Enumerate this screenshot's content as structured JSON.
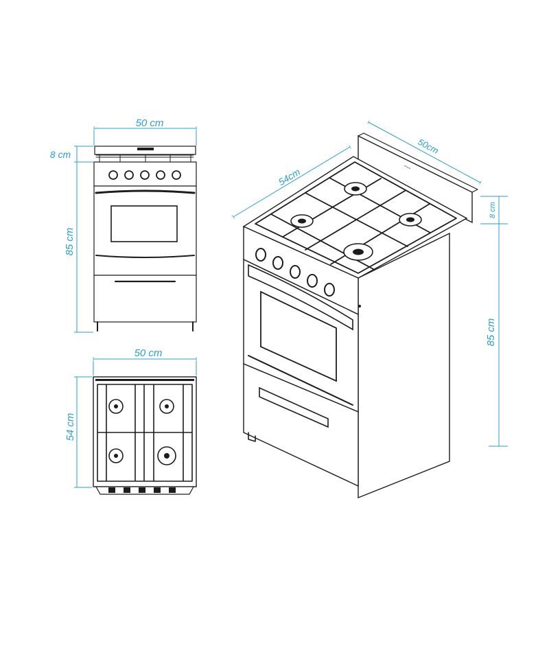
{
  "colors": {
    "dimension": "#2a9fc9",
    "ink": "#1c1c1c",
    "background": "#ffffff"
  },
  "front_view": {
    "width_label": "50 cm",
    "backsplash_label": "8 cm",
    "height_label": "85 cm"
  },
  "top_view": {
    "width_label": "50 cm",
    "depth_label": "54 cm"
  },
  "iso_view": {
    "depth_label": "54cm",
    "width_label": "50cm",
    "backsplash_label": "8 cm",
    "height_label": "85 cm"
  }
}
